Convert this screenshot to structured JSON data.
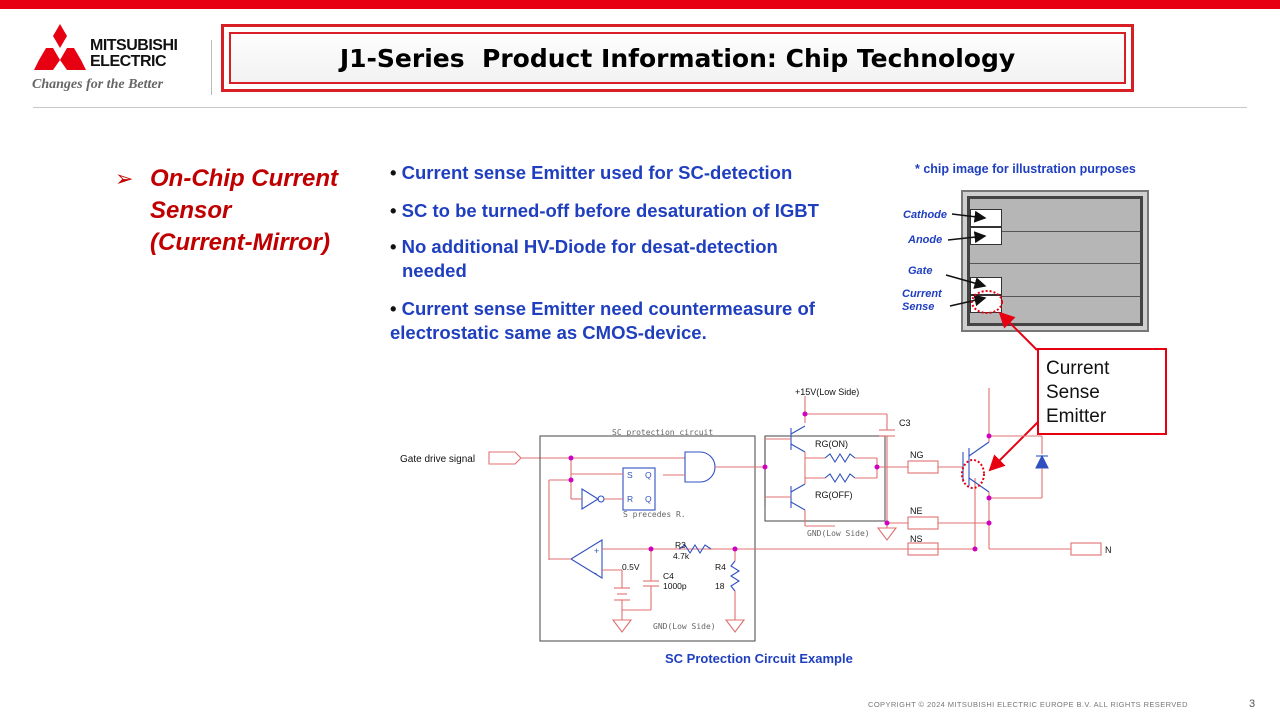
{
  "header": {
    "brand_line1": "MITSUBISHI",
    "brand_line2": "ELECTRIC",
    "tagline": "Changes for the Better",
    "title": "J1-Series  Product Information: Chip Technology"
  },
  "side_heading": {
    "lines": [
      "On-Chip Current",
      "Sensor",
      "(Current-Mirror)"
    ]
  },
  "bullets": [
    {
      "lines": [
        "Current sense Emitter used for SC-detection"
      ]
    },
    {
      "lines": [
        "SC to be turned-off before desaturation of IGBT"
      ]
    },
    {
      "lines": [
        "No additional HV-Diode for desat-detection",
        "needed"
      ]
    },
    {
      "lines": [
        "Current sense Emitter need countermeasure of",
        "electrostatic same as CMOS-device."
      ]
    }
  ],
  "bullet_marker": "•",
  "chip": {
    "note": "* chip image for illustration purposes",
    "labels": {
      "cathode": "Cathode",
      "anode": "Anode",
      "gate": "Gate",
      "current": "Current",
      "sense": "Sense"
    }
  },
  "callout": {
    "lines": [
      "Current",
      "Sense",
      "Emitter"
    ]
  },
  "circuit": {
    "gate_drive_signal": "Gate drive signal",
    "protection_block": "SC protection circuit",
    "s_precedes_r": "S precedes R.",
    "supply": "+15V(Low Side)",
    "c3": "C3",
    "rg_on": "RG(ON)",
    "rg_off": "RG(OFF)",
    "ng": "NG",
    "ne": "NE",
    "ns": "NS",
    "n": "N",
    "gnd_low_side": "GND(Low Side)",
    "r3": "R3",
    "r3_value": "4.7k",
    "r4": "R4",
    "r4_value": "18",
    "c4": "C4",
    "c4_value": "1000p",
    "vref": "0.5V",
    "latch_s": "S",
    "latch_r": "R",
    "latch_q": "Q",
    "latch_qbar": "Q",
    "comp_plus": "+",
    "comp_minus": "-"
  },
  "caption": "SC Protection Circuit Example",
  "footer": {
    "copyright": "COPYRIGHT  © 2024  MITSUBISHI  ELECTRIC  EUROPE  B.V.  ALL  RIGHTS  RESERVED",
    "page": "3"
  },
  "colors": {
    "brand_red": "#e60012",
    "heading_red": "#c00000",
    "text_blue": "#1f3fbf",
    "circuit_pink": "#e07070",
    "circuit_blue": "#3050c0",
    "junction_magenta": "#d000c0"
  }
}
